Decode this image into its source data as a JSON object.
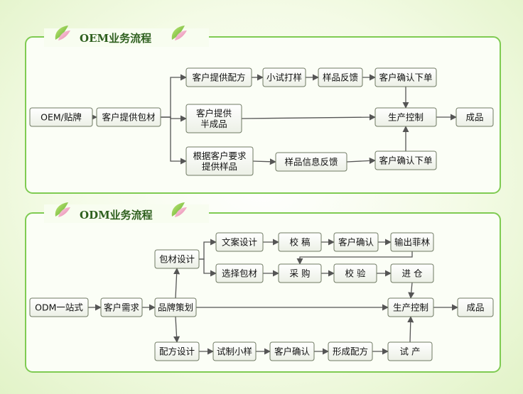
{
  "sections": [
    {
      "key": "oem",
      "title": "OEM业务流程",
      "nodes": [
        {
          "id": "oem_brand",
          "lines": [
            "OEM/贴牌"
          ]
        },
        {
          "id": "oem_pack",
          "lines": [
            "客户提供包材"
          ]
        },
        {
          "id": "oem_formula",
          "lines": [
            "客户提供配方"
          ]
        },
        {
          "id": "oem_trial",
          "lines": [
            "小试打样"
          ]
        },
        {
          "id": "oem_feedback",
          "lines": [
            "样品反馈"
          ]
        },
        {
          "id": "oem_confirm1",
          "lines": [
            "客户确认下单"
          ]
        },
        {
          "id": "oem_semi",
          "lines": [
            "客户提供",
            "半成品"
          ]
        },
        {
          "id": "oem_prod",
          "lines": [
            "生产控制"
          ]
        },
        {
          "id": "oem_done",
          "lines": [
            "成品"
          ]
        },
        {
          "id": "oem_request",
          "lines": [
            "根据客户要求",
            "提供样品"
          ]
        },
        {
          "id": "oem_info",
          "lines": [
            "样品信息反馈"
          ]
        },
        {
          "id": "oem_confirm2",
          "lines": [
            "客户确认下单"
          ]
        }
      ]
    },
    {
      "key": "odm",
      "title": "ODM业务流程",
      "nodes": [
        {
          "id": "odm_onestop",
          "lines": [
            "ODM一站式"
          ]
        },
        {
          "id": "odm_need",
          "lines": [
            "客户需求"
          ]
        },
        {
          "id": "odm_brand",
          "lines": [
            "品牌策划"
          ]
        },
        {
          "id": "odm_pack",
          "lines": [
            "包材设计"
          ]
        },
        {
          "id": "odm_copy",
          "lines": [
            "文案设计"
          ]
        },
        {
          "id": "odm_draft",
          "lines": [
            "校 稿"
          ]
        },
        {
          "id": "odm_confirm1",
          "lines": [
            "客户确认"
          ]
        },
        {
          "id": "odm_film",
          "lines": [
            "输出菲林"
          ]
        },
        {
          "id": "odm_select",
          "lines": [
            "选择包材"
          ]
        },
        {
          "id": "odm_buy",
          "lines": [
            "采 购"
          ]
        },
        {
          "id": "odm_check",
          "lines": [
            "校 验"
          ]
        },
        {
          "id": "odm_store",
          "lines": [
            "进 仓"
          ]
        },
        {
          "id": "odm_prod",
          "lines": [
            "生产控制"
          ]
        },
        {
          "id": "odm_done",
          "lines": [
            "成品"
          ]
        },
        {
          "id": "odm_formula",
          "lines": [
            "配方设计"
          ]
        },
        {
          "id": "odm_sample",
          "lines": [
            "试制小样"
          ]
        },
        {
          "id": "odm_confirm2",
          "lines": [
            "客户确认"
          ]
        },
        {
          "id": "odm_form",
          "lines": [
            "形成配方"
          ]
        },
        {
          "id": "odm_trialprod",
          "lines": [
            "试 产"
          ]
        }
      ]
    }
  ],
  "edges": [
    {
      "from": "oem_brand",
      "to": "oem_pack"
    },
    {
      "from": "oem_pack",
      "to": "oem_formula"
    },
    {
      "from": "oem_pack",
      "to": "oem_semi"
    },
    {
      "from": "oem_pack",
      "to": "oem_request"
    },
    {
      "from": "oem_formula",
      "to": "oem_trial"
    },
    {
      "from": "oem_trial",
      "to": "oem_feedback"
    },
    {
      "from": "oem_feedback",
      "to": "oem_confirm1"
    },
    {
      "from": "oem_confirm1",
      "to": "oem_prod"
    },
    {
      "from": "oem_semi",
      "to": "oem_prod"
    },
    {
      "from": "oem_request",
      "to": "oem_info"
    },
    {
      "from": "oem_info",
      "to": "oem_confirm2"
    },
    {
      "from": "oem_confirm2",
      "to": "oem_prod"
    },
    {
      "from": "oem_prod",
      "to": "oem_done"
    },
    {
      "from": "odm_onestop",
      "to": "odm_need"
    },
    {
      "from": "odm_need",
      "to": "odm_brand"
    },
    {
      "from": "odm_brand",
      "to": "odm_pack"
    },
    {
      "from": "odm_brand",
      "to": "odm_prod"
    },
    {
      "from": "odm_brand",
      "to": "odm_formula"
    },
    {
      "from": "odm_pack",
      "to": "odm_copy"
    },
    {
      "from": "odm_pack",
      "to": "odm_select"
    },
    {
      "from": "odm_copy",
      "to": "odm_draft"
    },
    {
      "from": "odm_draft",
      "to": "odm_confirm1"
    },
    {
      "from": "odm_confirm1",
      "to": "odm_film"
    },
    {
      "from": "odm_film",
      "to": "odm_buy"
    },
    {
      "from": "odm_select",
      "to": "odm_buy"
    },
    {
      "from": "odm_buy",
      "to": "odm_check"
    },
    {
      "from": "odm_check",
      "to": "odm_store"
    },
    {
      "from": "odm_store",
      "to": "odm_prod"
    },
    {
      "from": "odm_formula",
      "to": "odm_sample"
    },
    {
      "from": "odm_sample",
      "to": "odm_confirm2"
    },
    {
      "from": "odm_confirm2",
      "to": "odm_form"
    },
    {
      "from": "odm_form",
      "to": "odm_trialprod"
    },
    {
      "from": "odm_trialprod",
      "to": "odm_prod"
    },
    {
      "from": "odm_prod",
      "to": "odm_done"
    }
  ],
  "colors": {
    "panel_border": "#7fcb52",
    "heading": "#2e5f1e",
    "arrow": "#555555"
  },
  "icons": {
    "section_heading": "leaf-icon"
  }
}
